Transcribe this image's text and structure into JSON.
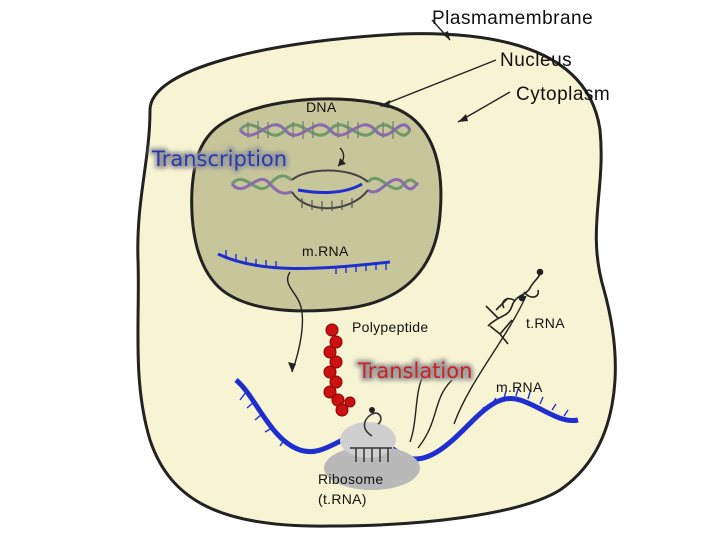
{
  "labels": {
    "plasma_membrane": "Plasmamembrane",
    "nucleus": "Nucleus",
    "cytoplasm": "Cytoplasm",
    "dna": "DNA",
    "transcription": "Transcription",
    "mrna_nucleus": "m.RNA",
    "polypeptide": "Polypeptide",
    "trna": "t.RNA",
    "translation": "Translation",
    "mrna_cytoplasm": "m.RNA",
    "ribosome_line1": "Ribosome",
    "ribosome_line2": "(t.RNA)"
  },
  "colors": {
    "cell_fill": "#f7f4d3",
    "nucleus_fill": "#c6c69a",
    "outline": "#222222",
    "mrna_blue": "#1f2fcf",
    "transcription_text": "#2a3aa8",
    "translation_text": "#cc2222",
    "polypeptide_red": "#cc1111",
    "dna_green": "#6f9a6a",
    "dna_purple": "#8a6ab0",
    "ribosome_gray": "#b9b9b9"
  }
}
